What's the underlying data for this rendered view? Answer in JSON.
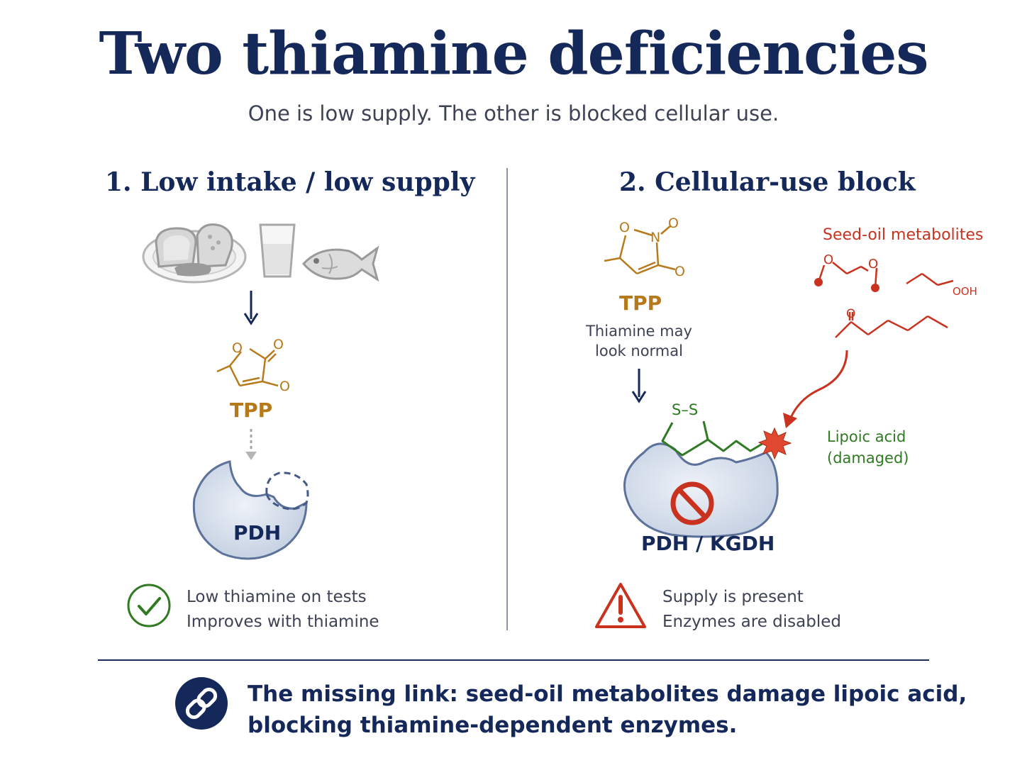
{
  "title": "Two thiamine deficiencies",
  "subtitle": "One is low supply. The other is blocked cellular use.",
  "left": {
    "heading": "1. Low intake / low supply",
    "food_icons": [
      "bread-plate-icon",
      "milk-glass-icon",
      "fish-icon"
    ],
    "molecule_label": "TPP",
    "molecule_atoms": [
      "O",
      "O",
      "O"
    ],
    "enzyme_label": "PDH",
    "status_icon": "check-circle-icon",
    "status_lines": [
      "Low thiamine on tests",
      "Improves with thiamine"
    ]
  },
  "right": {
    "heading": "2. Cellular-use block",
    "molecule_label": "TPP",
    "molecule_atoms": [
      "O",
      "N",
      "O",
      "O"
    ],
    "molecule_note_lines": [
      "Thiamine may",
      "look normal"
    ],
    "metabolites_label": "Seed-oil metabolites",
    "metabolite_atoms": [
      "O",
      "O",
      "OOH",
      "O"
    ],
    "lipoic_ring_label": "S–S",
    "lipoic_label_lines": [
      "Lipoic acid",
      "(damaged)"
    ],
    "enzyme_label": "PDH / KGDH",
    "status_icon": "warning-triangle-icon",
    "status_lines": [
      "Supply is present",
      "Enzymes are disabled"
    ]
  },
  "bottom": {
    "icon": "chain-link-icon",
    "lines": [
      "The missing link: seed-oil metabolites damage lipoic acid,",
      "blocking thiamine-dependent enzymes."
    ]
  },
  "colors": {
    "navy": "#15285a",
    "tpp_gold": "#b67a1b",
    "red": "#c9321f",
    "green": "#2f7a22",
    "enzyme_fill": "#dbe3ef"
  }
}
